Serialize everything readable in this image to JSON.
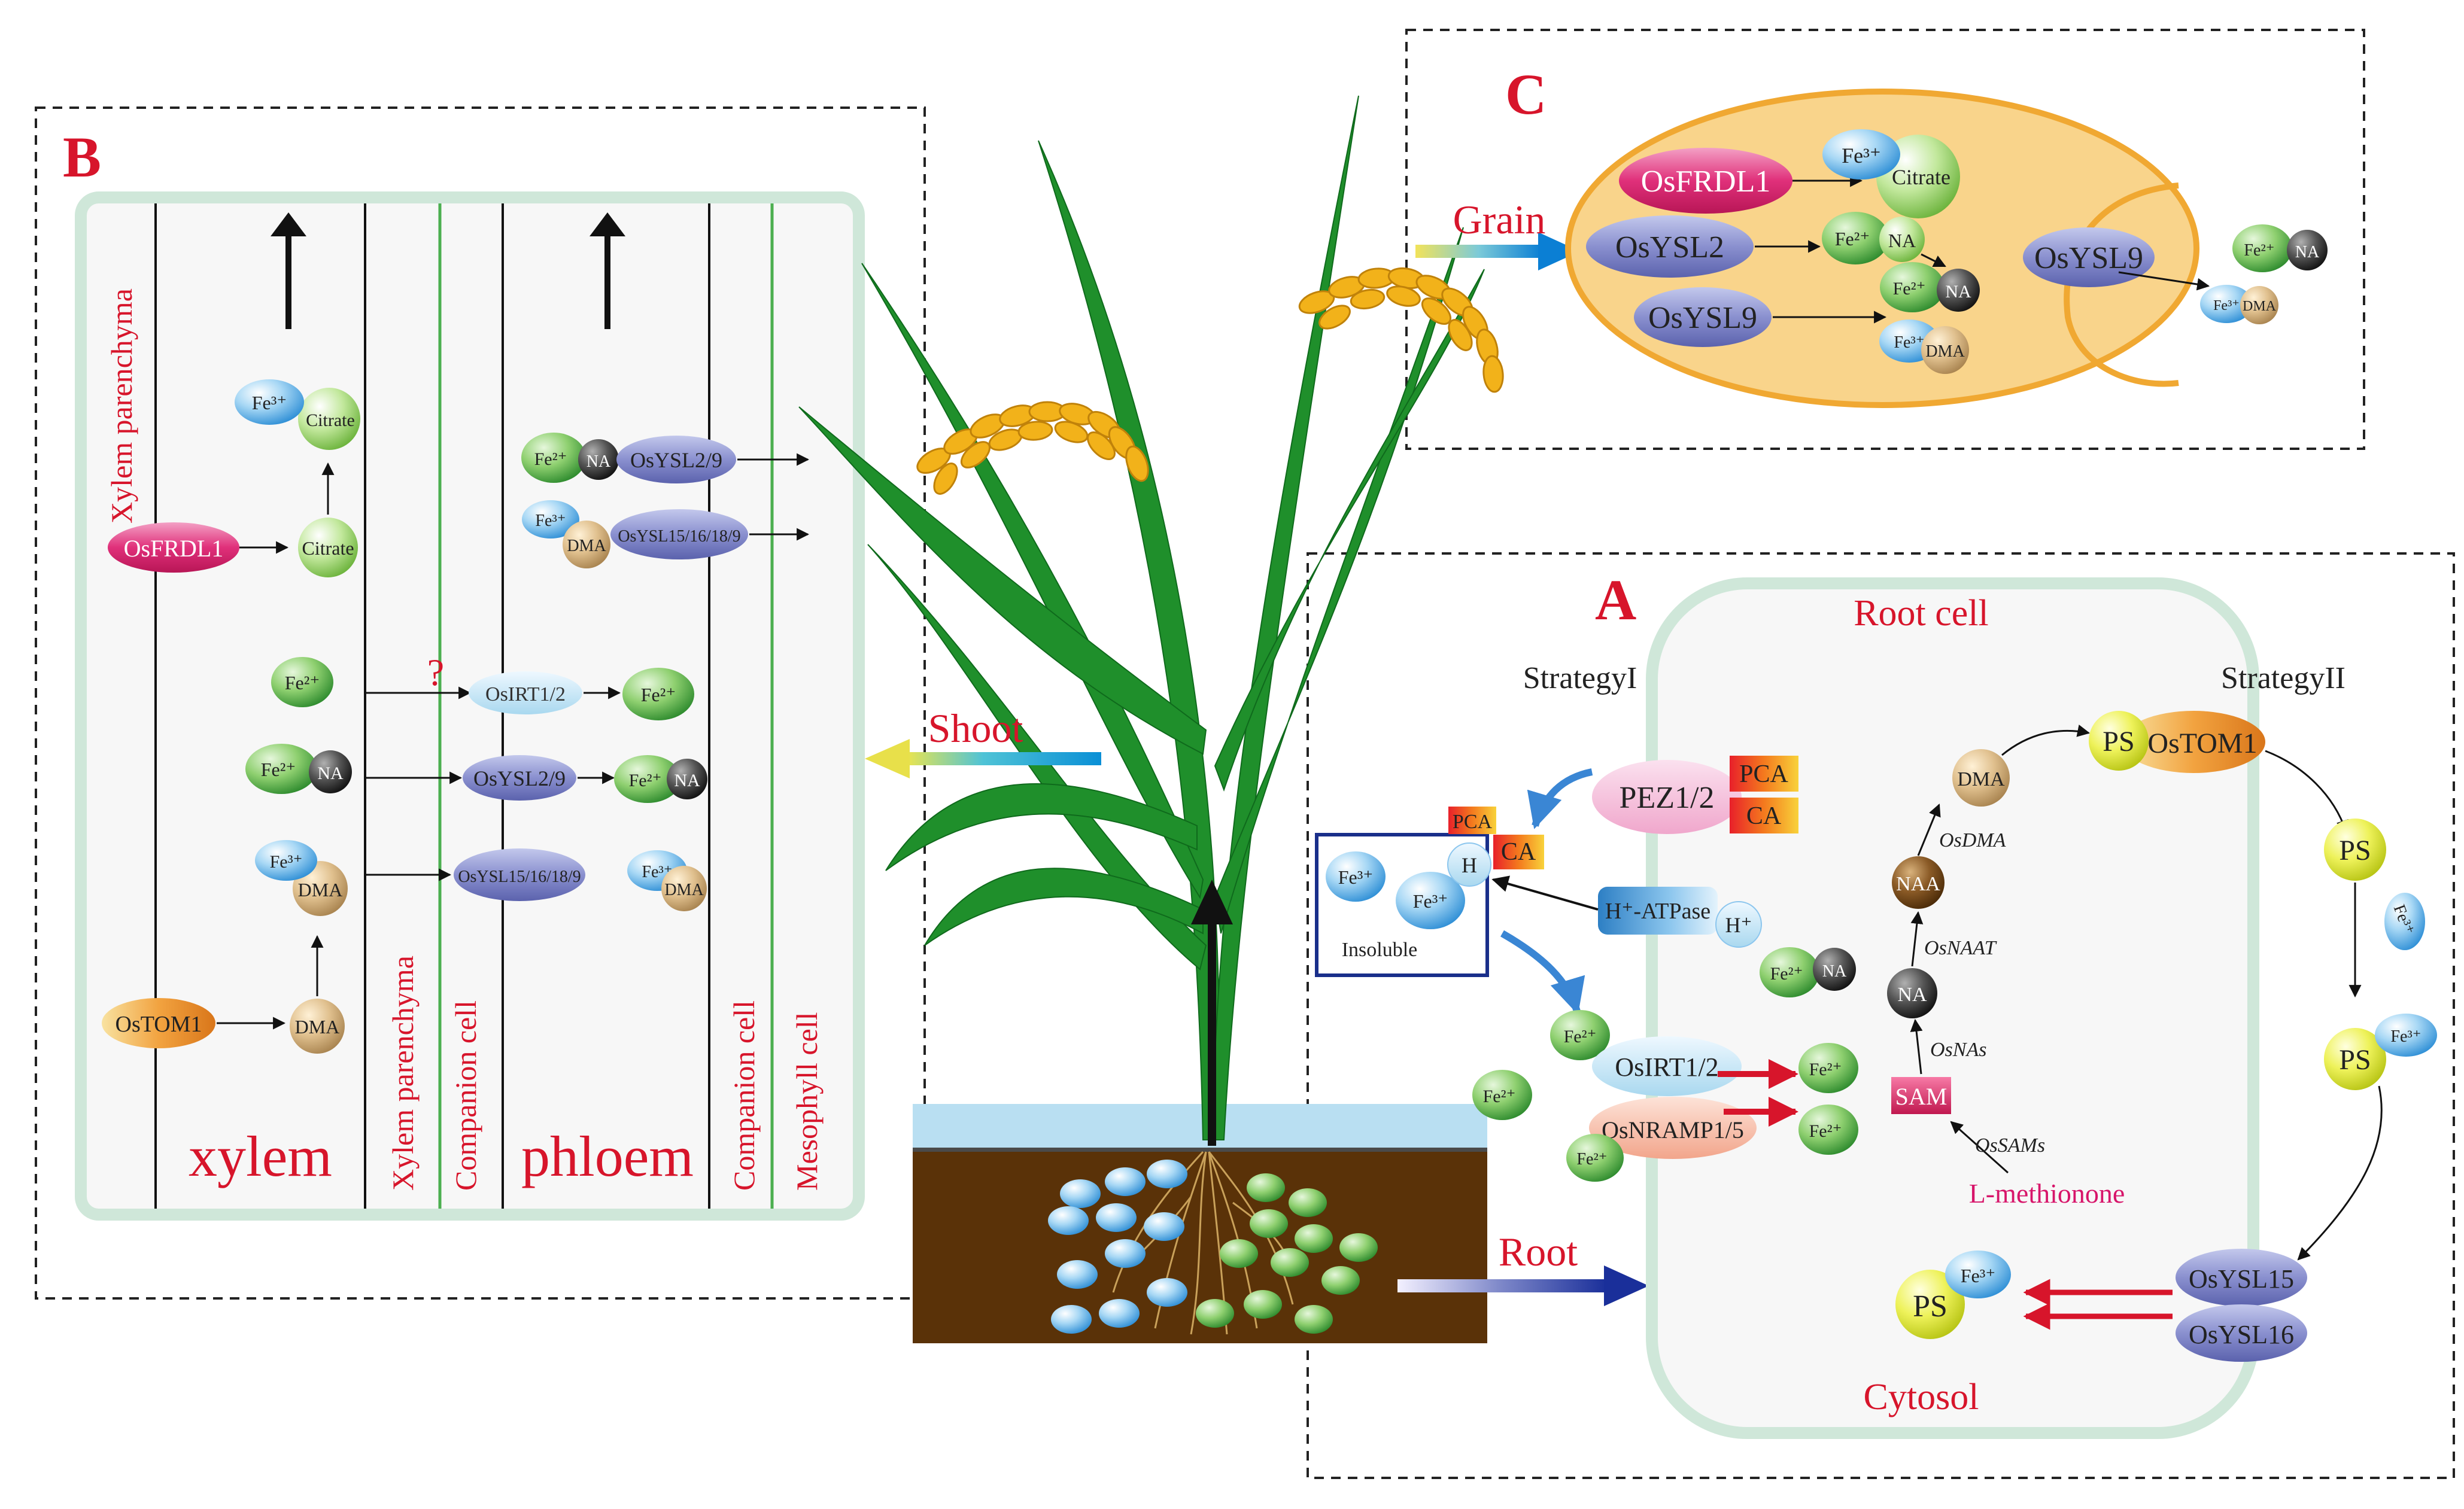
{
  "panels": {
    "a": {
      "letter": "A",
      "title": "Root cell",
      "strategy1": "StrategyI",
      "strategy2": "StrategyII",
      "cytosol": "Cytosol"
    },
    "b": {
      "letter": "B"
    },
    "c": {
      "letter": "C"
    }
  },
  "flows": {
    "shoot": "Shoot",
    "grain": "Grain",
    "root": "Root"
  },
  "labels": {
    "xylem_parenchyma_left": "Xylem parenchyma",
    "xylem_parenchyma_mid": "Xylem parenchyma",
    "companion_cell_1": "Companion cell",
    "companion_cell_2": "Companion cell",
    "mesophyll_cell": "Mesophyll cell",
    "xylem": "xylem",
    "phloem": "phloem",
    "insoluble": "Insoluble",
    "l_methionone": "L-methionone",
    "question": "?"
  },
  "proteins": {
    "osfrdl1": "OsFRDL1",
    "ostom1": "OsTOM1",
    "osirt1": "OsIRT1/2",
    "osysl2_9": "OsYSL2/9",
    "osysl15_16_18_9": "OsYSL15/16/18/9",
    "osysl2": "OsYSL2",
    "osysl9": "OsYSL9",
    "pez": "PEZ1/2",
    "hatpase": "H⁺-ATPase",
    "osnramp": "OsNRAMP1/5",
    "osysl15": "OsYSL15",
    "osysl16": "OsYSL16"
  },
  "molecules": {
    "citrate": "Citrate",
    "dma": "DMA",
    "na": "NA",
    "naa": "NAA",
    "sam": "SAM",
    "ps": "PS",
    "pca": "PCA",
    "ca": "CA",
    "h": "H",
    "hplus": "H⁺",
    "fe2": "Fe²⁺",
    "fe3": "Fe³⁺"
  },
  "enzymes": {
    "osdma": "OsDMA",
    "osnaat": "OsNAAT",
    "osnas": "OsNAs",
    "ossams": "OsSAMs"
  },
  "colors": {
    "red_text": "#d7152b",
    "panel_fill": "#f7f7f7",
    "panel_border": "#cfe7d9",
    "grain_fill": "#f9d48b",
    "grain_border": "#f0a832",
    "leaf": "#1f8f2b",
    "soil": "#5a3208",
    "water": "#b9dff2",
    "fe3_blue": "#5ab3e6",
    "fe2_green": "#5fb24a"
  }
}
